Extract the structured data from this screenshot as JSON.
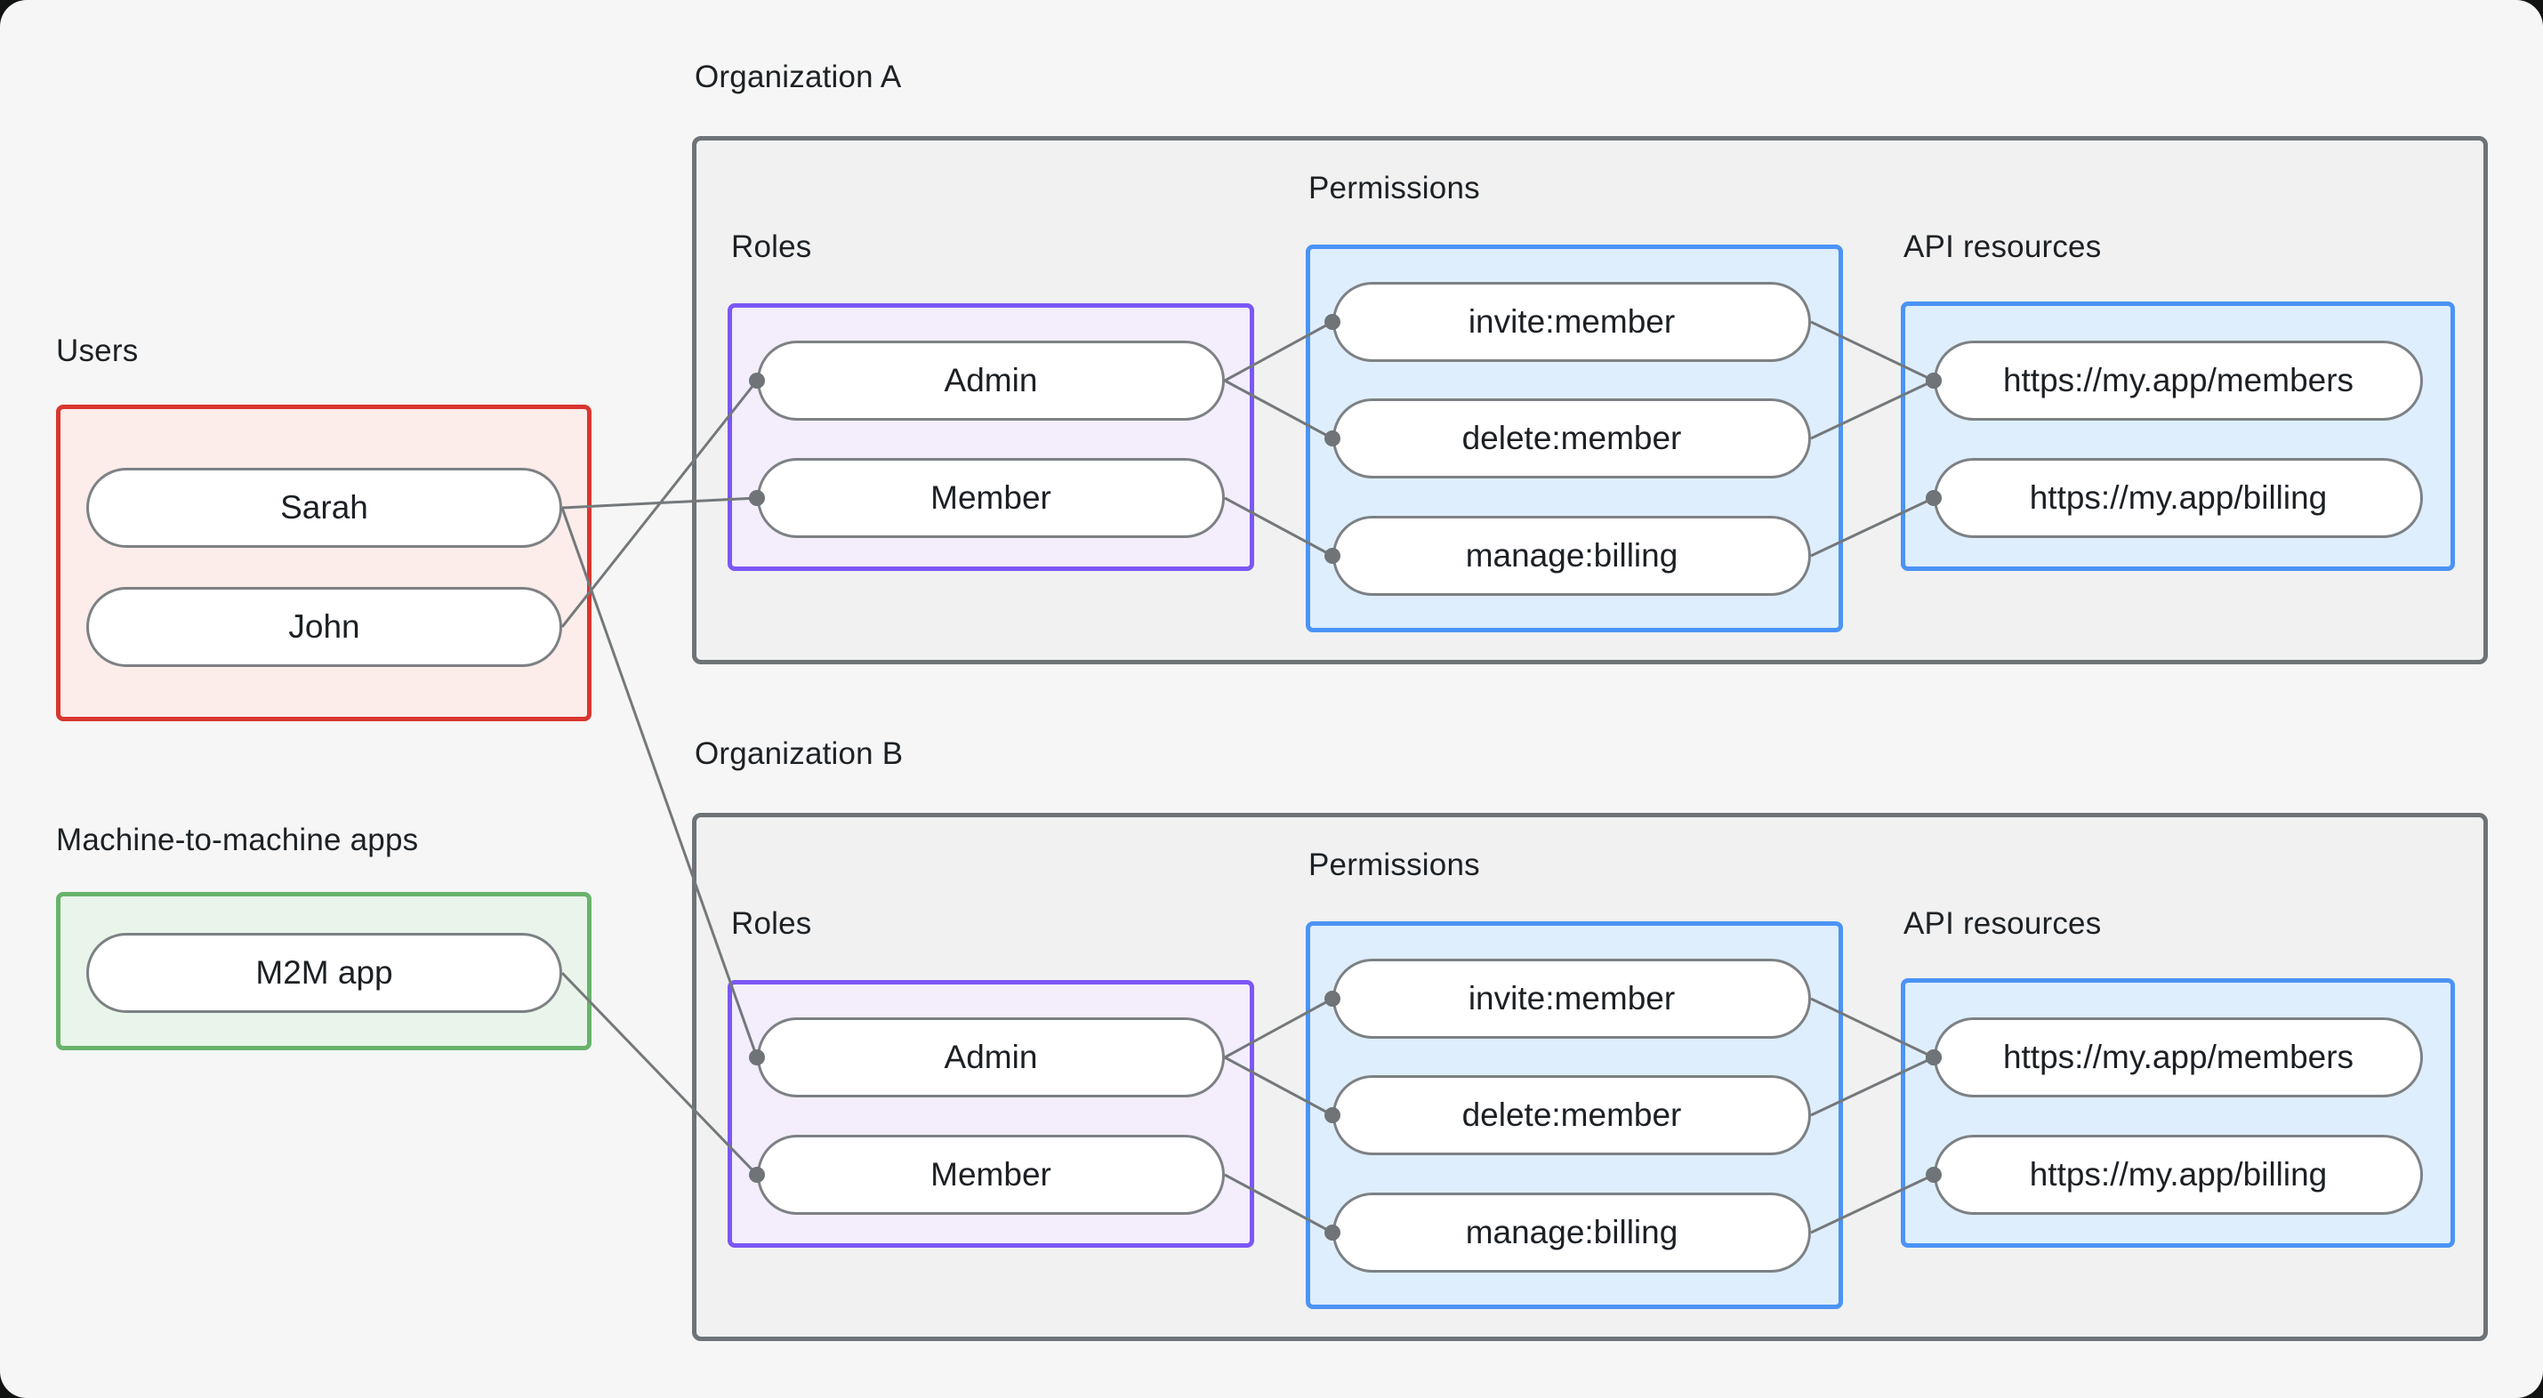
{
  "diagram": {
    "users_section": {
      "label": "Users",
      "users": [
        {
          "name": "Sarah"
        },
        {
          "name": "John"
        }
      ]
    },
    "m2m_section": {
      "label": "Machine-to-machine apps",
      "apps": [
        {
          "name": "M2M app"
        }
      ]
    },
    "organizations": [
      {
        "title": "Organization A",
        "roles_label": "Roles",
        "permissions_label": "Permissions",
        "api_resources_label": "API resources",
        "roles": [
          {
            "name": "Admin"
          },
          {
            "name": "Member"
          }
        ],
        "permissions": [
          {
            "name": "invite:member"
          },
          {
            "name": "delete:member"
          },
          {
            "name": "manage:billing"
          }
        ],
        "api_resources": [
          {
            "name": "https://my.app/members"
          },
          {
            "name": "https://my.app/billing"
          }
        ]
      },
      {
        "title": "Organization B",
        "roles_label": "Roles",
        "permissions_label": "Permissions",
        "api_resources_label": "API resources",
        "roles": [
          {
            "name": "Admin"
          },
          {
            "name": "Member"
          }
        ],
        "permissions": [
          {
            "name": "invite:member"
          },
          {
            "name": "delete:member"
          },
          {
            "name": "manage:billing"
          }
        ],
        "api_resources": [
          {
            "name": "https://my.app/members"
          },
          {
            "name": "https://my.app/billing"
          }
        ]
      }
    ],
    "connections": [
      {
        "from": "user-sarah",
        "to": "orgA-role-member"
      },
      {
        "from": "user-john",
        "to": "orgA-role-admin"
      },
      {
        "from": "user-sarah",
        "to": "orgB-role-admin"
      },
      {
        "from": "m2m-app",
        "to": "orgB-role-member"
      },
      {
        "from": "orgA-role-admin",
        "to": "orgA-perm-invite"
      },
      {
        "from": "orgA-role-admin",
        "to": "orgA-perm-delete"
      },
      {
        "from": "orgA-role-member",
        "to": "orgA-perm-manage"
      },
      {
        "from": "orgA-perm-invite",
        "to": "orgA-api-members"
      },
      {
        "from": "orgA-perm-delete",
        "to": "orgA-api-members"
      },
      {
        "from": "orgA-perm-manage",
        "to": "orgA-api-billing"
      },
      {
        "from": "orgB-role-admin",
        "to": "orgB-perm-invite"
      },
      {
        "from": "orgB-role-admin",
        "to": "orgB-perm-delete"
      },
      {
        "from": "orgB-role-member",
        "to": "orgB-perm-manage"
      },
      {
        "from": "orgB-perm-invite",
        "to": "orgB-api-members"
      },
      {
        "from": "orgB-perm-delete",
        "to": "orgB-api-members"
      },
      {
        "from": "orgB-perm-manage",
        "to": "orgB-api-billing"
      }
    ],
    "style": {
      "line_color": "#74787b",
      "dot_color": "#6f7478",
      "line_width": 3,
      "dot_radius": 9,
      "users_border": "#d8362f",
      "m2m_border": "#68b36c",
      "roles_border": "#7b57f5",
      "permissions_border": "#4b93f5",
      "org_border": "#6e7377",
      "page_background": "#f5f6f5"
    }
  }
}
